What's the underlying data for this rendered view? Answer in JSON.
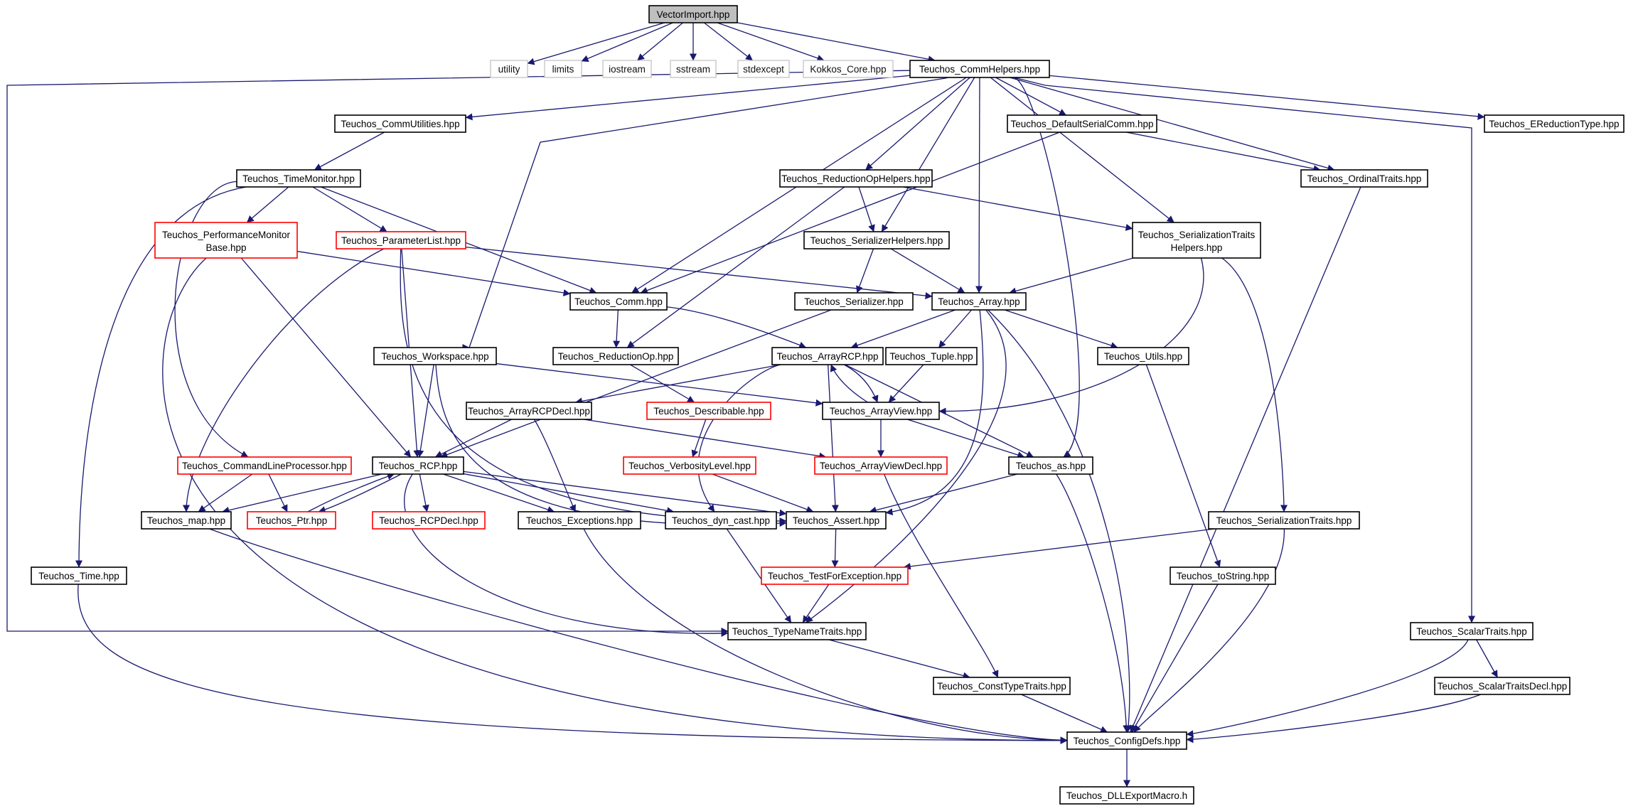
{
  "colors": {
    "edge": "#191970",
    "normal_border": "#000000",
    "red_border": "#ff0000",
    "system_border": "#bfbfbf",
    "root_fill": "#bfbfbf"
  },
  "nodes": [
    {
      "id": "VectorImport",
      "label": "VectorImport.hpp",
      "style": "root"
    },
    {
      "id": "utility",
      "label": "utility",
      "style": "sys"
    },
    {
      "id": "limits",
      "label": "limits",
      "style": "sys"
    },
    {
      "id": "iostream",
      "label": "iostream",
      "style": "sys"
    },
    {
      "id": "sstream",
      "label": "sstream",
      "style": "sys"
    },
    {
      "id": "stdexcept",
      "label": "stdexcept",
      "style": "sys"
    },
    {
      "id": "Kokkos_Core",
      "label": "Kokkos_Core.hpp",
      "style": "sys"
    },
    {
      "id": "CommHelpers",
      "label": "Teuchos_CommHelpers.hpp",
      "style": "normal"
    },
    {
      "id": "CommUtilities",
      "label": "Teuchos_CommUtilities.hpp",
      "style": "normal"
    },
    {
      "id": "DefaultSerialComm",
      "label": "Teuchos_DefaultSerialComm.hpp",
      "style": "normal"
    },
    {
      "id": "EReductionType",
      "label": "Teuchos_EReductionType.hpp",
      "style": "normal"
    },
    {
      "id": "TimeMonitor",
      "label": "Teuchos_TimeMonitor.hpp",
      "style": "normal"
    },
    {
      "id": "ReductionOpHelpers",
      "label": "Teuchos_ReductionOpHelpers.hpp",
      "style": "normal"
    },
    {
      "id": "OrdinalTraits",
      "label": "Teuchos_OrdinalTraits.hpp",
      "style": "normal"
    },
    {
      "id": "PerfMonitorBase",
      "label": "Teuchos_PerformanceMonitor",
      "label2": "Base.hpp",
      "style": "red"
    },
    {
      "id": "ParameterList",
      "label": "Teuchos_ParameterList.hpp",
      "style": "red"
    },
    {
      "id": "SerializerHelpers",
      "label": "Teuchos_SerializerHelpers.hpp",
      "style": "normal"
    },
    {
      "id": "SerTraitsHelpers",
      "label": "Teuchos_SerializationTraits",
      "label2": "Helpers.hpp",
      "style": "normal"
    },
    {
      "id": "Comm",
      "label": "Teuchos_Comm.hpp",
      "style": "normal"
    },
    {
      "id": "Serializer",
      "label": "Teuchos_Serializer.hpp",
      "style": "normal"
    },
    {
      "id": "Array",
      "label": "Teuchos_Array.hpp",
      "style": "normal"
    },
    {
      "id": "Workspace",
      "label": "Teuchos_Workspace.hpp",
      "style": "normal"
    },
    {
      "id": "ReductionOp",
      "label": "Teuchos_ReductionOp.hpp",
      "style": "normal"
    },
    {
      "id": "ArrayRCP",
      "label": "Teuchos_ArrayRCP.hpp",
      "style": "normal"
    },
    {
      "id": "Tuple",
      "label": "Teuchos_Tuple.hpp",
      "style": "normal"
    },
    {
      "id": "Utils",
      "label": "Teuchos_Utils.hpp",
      "style": "normal"
    },
    {
      "id": "ArrayRCPDecl",
      "label": "Teuchos_ArrayRCPDecl.hpp",
      "style": "normal"
    },
    {
      "id": "Describable",
      "label": "Teuchos_Describable.hpp",
      "style": "red"
    },
    {
      "id": "ArrayView",
      "label": "Teuchos_ArrayView.hpp",
      "style": "normal"
    },
    {
      "id": "CmdLineProc",
      "label": "Teuchos_CommandLineProcessor.hpp",
      "style": "red"
    },
    {
      "id": "RCP",
      "label": "Teuchos_RCP.hpp",
      "style": "normal"
    },
    {
      "id": "VerbosityLevel",
      "label": "Teuchos_VerbosityLevel.hpp",
      "style": "red"
    },
    {
      "id": "ArrayViewDecl",
      "label": "Teuchos_ArrayViewDecl.hpp",
      "style": "red"
    },
    {
      "id": "as",
      "label": "Teuchos_as.hpp",
      "style": "normal"
    },
    {
      "id": "map",
      "label": "Teuchos_map.hpp",
      "style": "normal"
    },
    {
      "id": "Ptr",
      "label": "Teuchos_Ptr.hpp",
      "style": "red"
    },
    {
      "id": "RCPDecl",
      "label": "Teuchos_RCPDecl.hpp",
      "style": "red"
    },
    {
      "id": "Exceptions",
      "label": "Teuchos_Exceptions.hpp",
      "style": "normal"
    },
    {
      "id": "dyn_cast",
      "label": "Teuchos_dyn_cast.hpp",
      "style": "normal"
    },
    {
      "id": "Assert",
      "label": "Teuchos_Assert.hpp",
      "style": "normal"
    },
    {
      "id": "SerTraits",
      "label": "Teuchos_SerializationTraits.hpp",
      "style": "normal"
    },
    {
      "id": "Time",
      "label": "Teuchos_Time.hpp",
      "style": "normal"
    },
    {
      "id": "TestForException",
      "label": "Teuchos_TestForException.hpp",
      "style": "red"
    },
    {
      "id": "toString",
      "label": "Teuchos_toString.hpp",
      "style": "normal"
    },
    {
      "id": "TypeNameTraits",
      "label": "Teuchos_TypeNameTraits.hpp",
      "style": "normal"
    },
    {
      "id": "ScalarTraits",
      "label": "Teuchos_ScalarTraits.hpp",
      "style": "normal"
    },
    {
      "id": "ConstTypeTraits",
      "label": "Teuchos_ConstTypeTraits.hpp",
      "style": "normal"
    },
    {
      "id": "ScalarTraitsDecl",
      "label": "Teuchos_ScalarTraitsDecl.hpp",
      "style": "normal"
    },
    {
      "id": "ConfigDefs",
      "label": "Teuchos_ConfigDefs.hpp",
      "style": "normal"
    },
    {
      "id": "DLLExportMacro",
      "label": "Teuchos_DLLExportMacro.h",
      "style": "normal"
    }
  ],
  "edges": [
    [
      "VectorImport",
      "utility"
    ],
    [
      "VectorImport",
      "limits"
    ],
    [
      "VectorImport",
      "iostream"
    ],
    [
      "VectorImport",
      "sstream"
    ],
    [
      "VectorImport",
      "stdexcept"
    ],
    [
      "VectorImport",
      "Kokkos_Core"
    ],
    [
      "VectorImport",
      "CommHelpers"
    ],
    [
      "CommHelpers",
      "CommUtilities"
    ],
    [
      "CommHelpers",
      "DefaultSerialComm"
    ],
    [
      "CommHelpers",
      "EReductionType"
    ],
    [
      "CommHelpers",
      "ReductionOpHelpers"
    ],
    [
      "CommHelpers",
      "OrdinalTraits"
    ],
    [
      "CommHelpers",
      "SerializerHelpers"
    ],
    [
      "CommHelpers",
      "SerTraitsHelpers"
    ],
    [
      "CommHelpers",
      "Comm"
    ],
    [
      "CommHelpers",
      "Array"
    ],
    [
      "CommHelpers",
      "Workspace"
    ],
    [
      "CommHelpers",
      "as"
    ],
    [
      "CommHelpers",
      "ScalarTraits"
    ],
    [
      "CommHelpers",
      "TypeNameTraits"
    ],
    [
      "CommUtilities",
      "TimeMonitor"
    ],
    [
      "DefaultSerialComm",
      "Comm"
    ],
    [
      "DefaultSerialComm",
      "OrdinalTraits"
    ],
    [
      "TimeMonitor",
      "PerfMonitorBase"
    ],
    [
      "TimeMonitor",
      "ParameterList"
    ],
    [
      "TimeMonitor",
      "Comm"
    ],
    [
      "TimeMonitor",
      "CmdLineProc"
    ],
    [
      "TimeMonitor",
      "Time"
    ],
    [
      "ReductionOpHelpers",
      "SerializerHelpers"
    ],
    [
      "ReductionOpHelpers",
      "SerTraitsHelpers"
    ],
    [
      "ReductionOpHelpers",
      "ReductionOp"
    ],
    [
      "OrdinalTraits",
      "ConfigDefs"
    ],
    [
      "PerfMonitorBase",
      "Comm"
    ],
    [
      "PerfMonitorBase",
      "RCP"
    ],
    [
      "PerfMonitorBase",
      "ConfigDefs"
    ],
    [
      "ParameterList",
      "Array"
    ],
    [
      "ParameterList",
      "RCP"
    ],
    [
      "ParameterList",
      "map"
    ],
    [
      "ParameterList",
      "Assert"
    ],
    [
      "SerializerHelpers",
      "Serializer"
    ],
    [
      "SerializerHelpers",
      "Array"
    ],
    [
      "SerTraitsHelpers",
      "Array"
    ],
    [
      "SerTraitsHelpers",
      "ArrayView"
    ],
    [
      "SerTraitsHelpers",
      "SerTraits"
    ],
    [
      "Comm",
      "ReductionOp"
    ],
    [
      "Comm",
      "ArrayRCP"
    ],
    [
      "Serializer",
      "RCP"
    ],
    [
      "Array",
      "ArrayRCP"
    ],
    [
      "Array",
      "Tuple"
    ],
    [
      "Array",
      "Utils"
    ],
    [
      "Array",
      "Assert"
    ],
    [
      "Array",
      "TypeNameTraits"
    ],
    [
      "Array",
      "ConfigDefs"
    ],
    [
      "Workspace",
      "RCP"
    ],
    [
      "Workspace",
      "ArrayView"
    ],
    [
      "Workspace",
      "Assert"
    ],
    [
      "ReductionOp",
      "Describable"
    ],
    [
      "ArrayRCP",
      "ArrayRCPDecl"
    ],
    [
      "ArrayRCP",
      "ArrayView"
    ],
    [
      "ArrayRCP",
      "as"
    ],
    [
      "ArrayRCP",
      "Assert"
    ],
    [
      "ArrayRCP",
      "dyn_cast"
    ],
    [
      "Tuple",
      "ArrayView"
    ],
    [
      "Utils",
      "toString"
    ],
    [
      "ArrayRCPDecl",
      "RCP"
    ],
    [
      "ArrayRCPDecl",
      "ArrayViewDecl"
    ],
    [
      "ArrayRCPDecl",
      "Exceptions"
    ],
    [
      "Describable",
      "VerbosityLevel"
    ],
    [
      "ArrayView",
      "ArrayRCP"
    ],
    [
      "ArrayView",
      "ArrayViewDecl"
    ],
    [
      "ArrayView",
      "as"
    ],
    [
      "CmdLineProc",
      "map"
    ],
    [
      "CmdLineProc",
      "Ptr"
    ],
    [
      "RCP",
      "map"
    ],
    [
      "RCP",
      "Ptr"
    ],
    [
      "RCP",
      "RCPDecl"
    ],
    [
      "RCP",
      "Exceptions"
    ],
    [
      "RCP",
      "dyn_cast"
    ],
    [
      "RCP",
      "Assert"
    ],
    [
      "RCP",
      "TypeNameTraits"
    ],
    [
      "Ptr",
      "RCP"
    ],
    [
      "VerbosityLevel",
      "Assert"
    ],
    [
      "ArrayViewDecl",
      "ConstTypeTraits"
    ],
    [
      "as",
      "Assert"
    ],
    [
      "as",
      "ConfigDefs"
    ],
    [
      "map",
      "ConfigDefs"
    ],
    [
      "Exceptions",
      "ConfigDefs"
    ],
    [
      "dyn_cast",
      "TypeNameTraits"
    ],
    [
      "Assert",
      "TestForException"
    ],
    [
      "SerTraits",
      "TestForException"
    ],
    [
      "SerTraits",
      "ConfigDefs"
    ],
    [
      "Time",
      "ConfigDefs"
    ],
    [
      "TestForException",
      "TypeNameTraits"
    ],
    [
      "toString",
      "ConfigDefs"
    ],
    [
      "TypeNameTraits",
      "ConstTypeTraits"
    ],
    [
      "ScalarTraits",
      "ScalarTraitsDecl"
    ],
    [
      "ScalarTraits",
      "ConfigDefs"
    ],
    [
      "ConstTypeTraits",
      "ConfigDefs"
    ],
    [
      "ScalarTraitsDecl",
      "ConfigDefs"
    ],
    [
      "ConfigDefs",
      "DLLExportMacro"
    ]
  ]
}
